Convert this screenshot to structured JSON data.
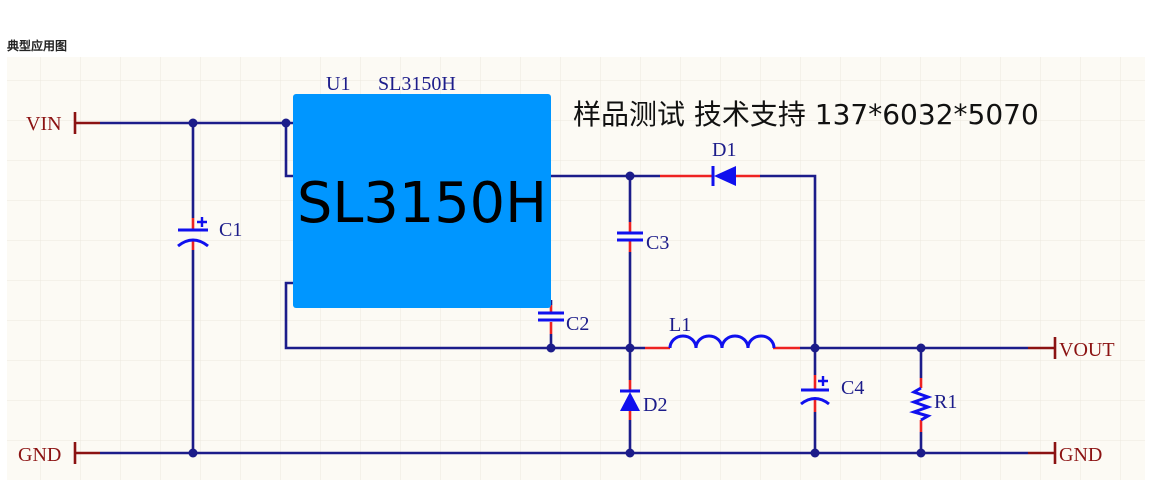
{
  "title": "典型应用图",
  "schematic": {
    "chip_ref": "U1",
    "chip_part": "SL3150H",
    "chip_overlay_label": "SL3150H",
    "overlay_color": "#0096ff",
    "advert": "样品测试 技术支持 137*6032*5070",
    "ports": {
      "vin": "VIN",
      "vout": "VOUT",
      "gnd_left": "GND",
      "gnd_right": "GND"
    },
    "components": {
      "c1": "C1",
      "c2": "C2",
      "c3": "C3",
      "c4": "C4",
      "d1": "D1",
      "d2": "D2",
      "l1": "L1",
      "r1": "R1"
    }
  }
}
